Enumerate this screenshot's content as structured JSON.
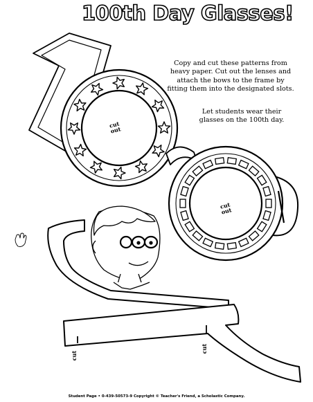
{
  "title": "100th Day Glasses!",
  "instructions": {
    "paragraph_1": "Copy and cut these patterns from heavy paper. Cut out the lenses and attach the bows to the frame by fitting them into the designated slots.",
    "paragraph_2": "Let students wear their glasses on the 100th day."
  },
  "labels": {
    "lens_left": "cut out",
    "lens_right": "cut out",
    "bow_cut_1": "cut",
    "bow_cut_2": "cut"
  },
  "footer": "Student Page • 0-439-50573-9 Copyright © Teacher's Friend, a Scholastic Company.",
  "icons": {
    "stars": "star-icon",
    "hand": "hand-icon"
  },
  "colors": {
    "line": "#000000",
    "paper": "#ffffff"
  }
}
